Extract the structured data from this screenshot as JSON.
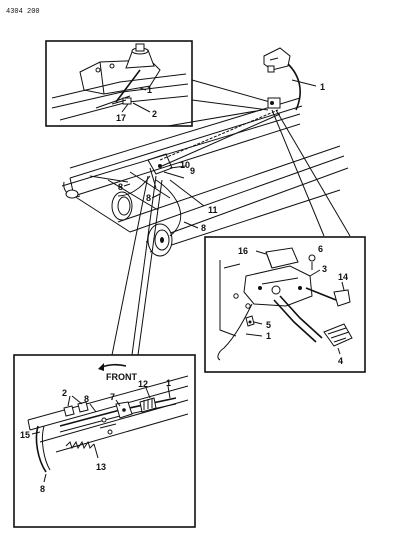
{
  "diagram": {
    "code": "4304 200",
    "front_label": "FRONT",
    "callouts": {
      "top_right_1": "1",
      "tl_1": "1",
      "tl_2": "2",
      "tl_17": "17",
      "main_10": "10",
      "main_9": "9",
      "main_11": "11",
      "main_8a": "8",
      "main_8b": "8",
      "main_8c": "8",
      "br_16": "16",
      "br_6": "6",
      "br_3": "3",
      "br_14": "14",
      "br_5": "5",
      "br_1": "1",
      "br_4": "4",
      "bl_2": "2",
      "bl_8a": "8",
      "bl_7": "7",
      "bl_12": "12",
      "bl_1": "1",
      "bl_15": "15",
      "bl_13": "13",
      "bl_8b": "8"
    }
  }
}
